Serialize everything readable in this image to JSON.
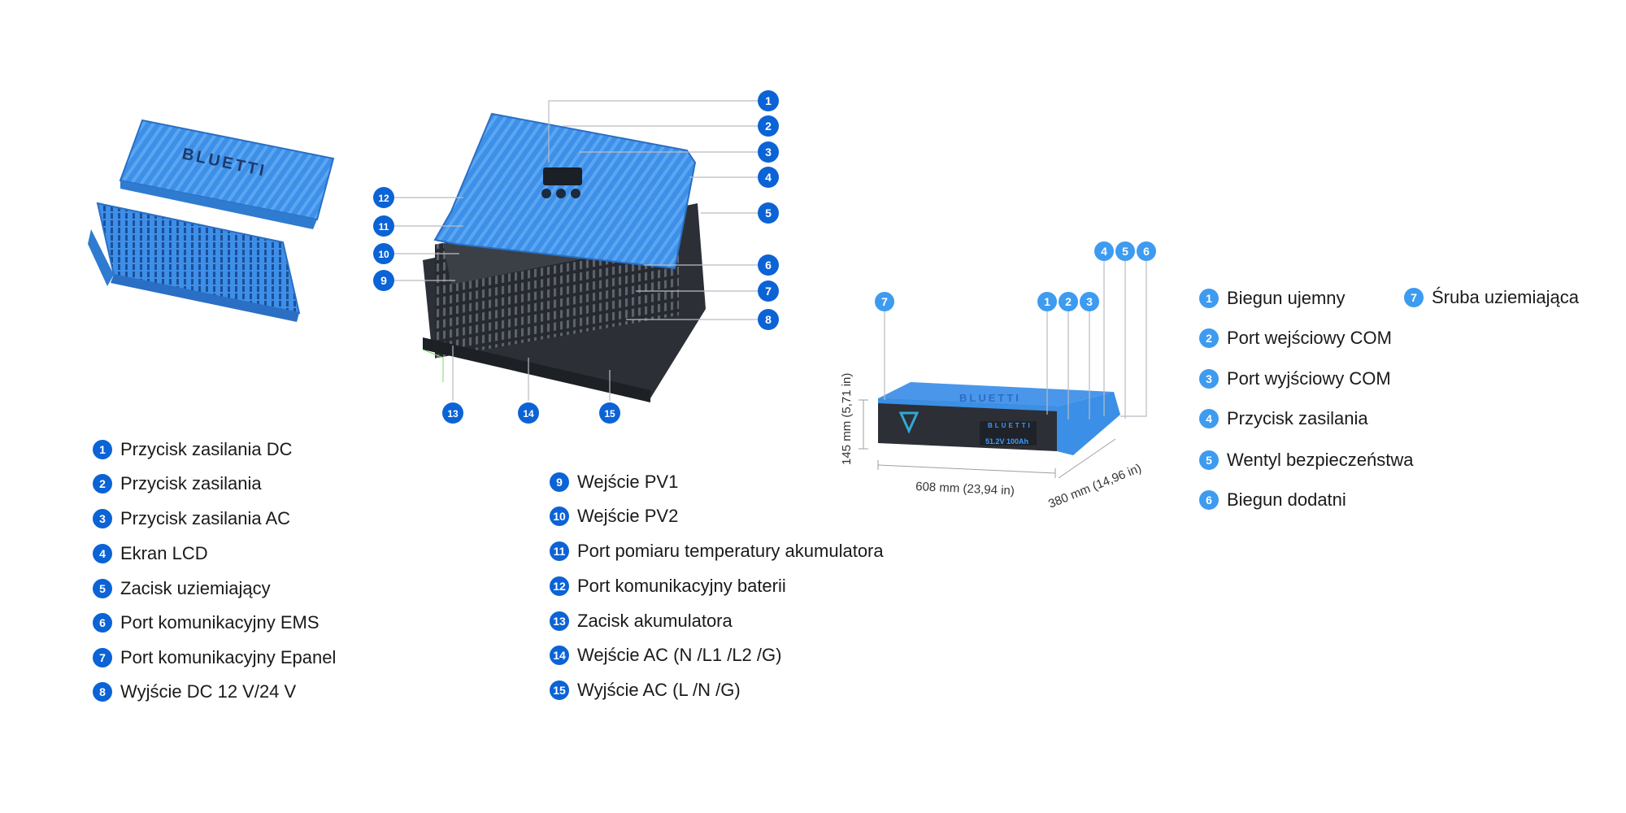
{
  "inverter_legend": {
    "items": [
      {
        "n": "1",
        "label": "Przycisk zasilania DC"
      },
      {
        "n": "2",
        "label": "Przycisk zasilania"
      },
      {
        "n": "3",
        "label": "Przycisk zasilania AC"
      },
      {
        "n": "4",
        "label": "Ekran LCD"
      },
      {
        "n": "5",
        "label": "Zacisk uziemiający"
      },
      {
        "n": "6",
        "label": "Port komunikacyjny EMS"
      },
      {
        "n": "7",
        "label": "Port komunikacyjny Epanel"
      },
      {
        "n": "8",
        "label": "Wyjście DC 12 V/24 V"
      },
      {
        "n": "9",
        "label": "Wejście PV1"
      },
      {
        "n": "10",
        "label": "Wejście PV2"
      },
      {
        "n": "11",
        "label": "Port pomiaru temperatury akumulatora"
      },
      {
        "n": "12",
        "label": "Port komunikacyjny baterii"
      },
      {
        "n": "13",
        "label": "Zacisk akumulatora"
      },
      {
        "n": "14",
        "label": "Wejście AC (N /L1 /L2 /G)"
      },
      {
        "n": "15",
        "label": "Wyjście AC (L /N /G)"
      }
    ]
  },
  "battery_legend": {
    "items": [
      {
        "n": "1",
        "label": "Biegun ujemny"
      },
      {
        "n": "2",
        "label": "Port wejściowy COM"
      },
      {
        "n": "3",
        "label": "Port wyjściowy COM"
      },
      {
        "n": "4",
        "label": "Przycisk zasilania"
      },
      {
        "n": "5",
        "label": "Wentyl bezpieczeństwa"
      },
      {
        "n": "6",
        "label": "Biegun dodatni"
      },
      {
        "n": "7",
        "label": "Śruba uziemiająca"
      }
    ]
  },
  "battery_dimensions": {
    "height": "145 mm (5,71 in)",
    "length": "608 mm (23,94 in)",
    "depth": "380 mm (14,96 in)"
  },
  "product": {
    "brand": "BLUETTI",
    "battery_spec": "51.2V 100Ah"
  },
  "colors": {
    "callout_blue": "#0b63d6",
    "callout_light_blue": "#3d9bf0",
    "device_blue": "#3b8fe6",
    "device_dark": "#2c2f35"
  }
}
